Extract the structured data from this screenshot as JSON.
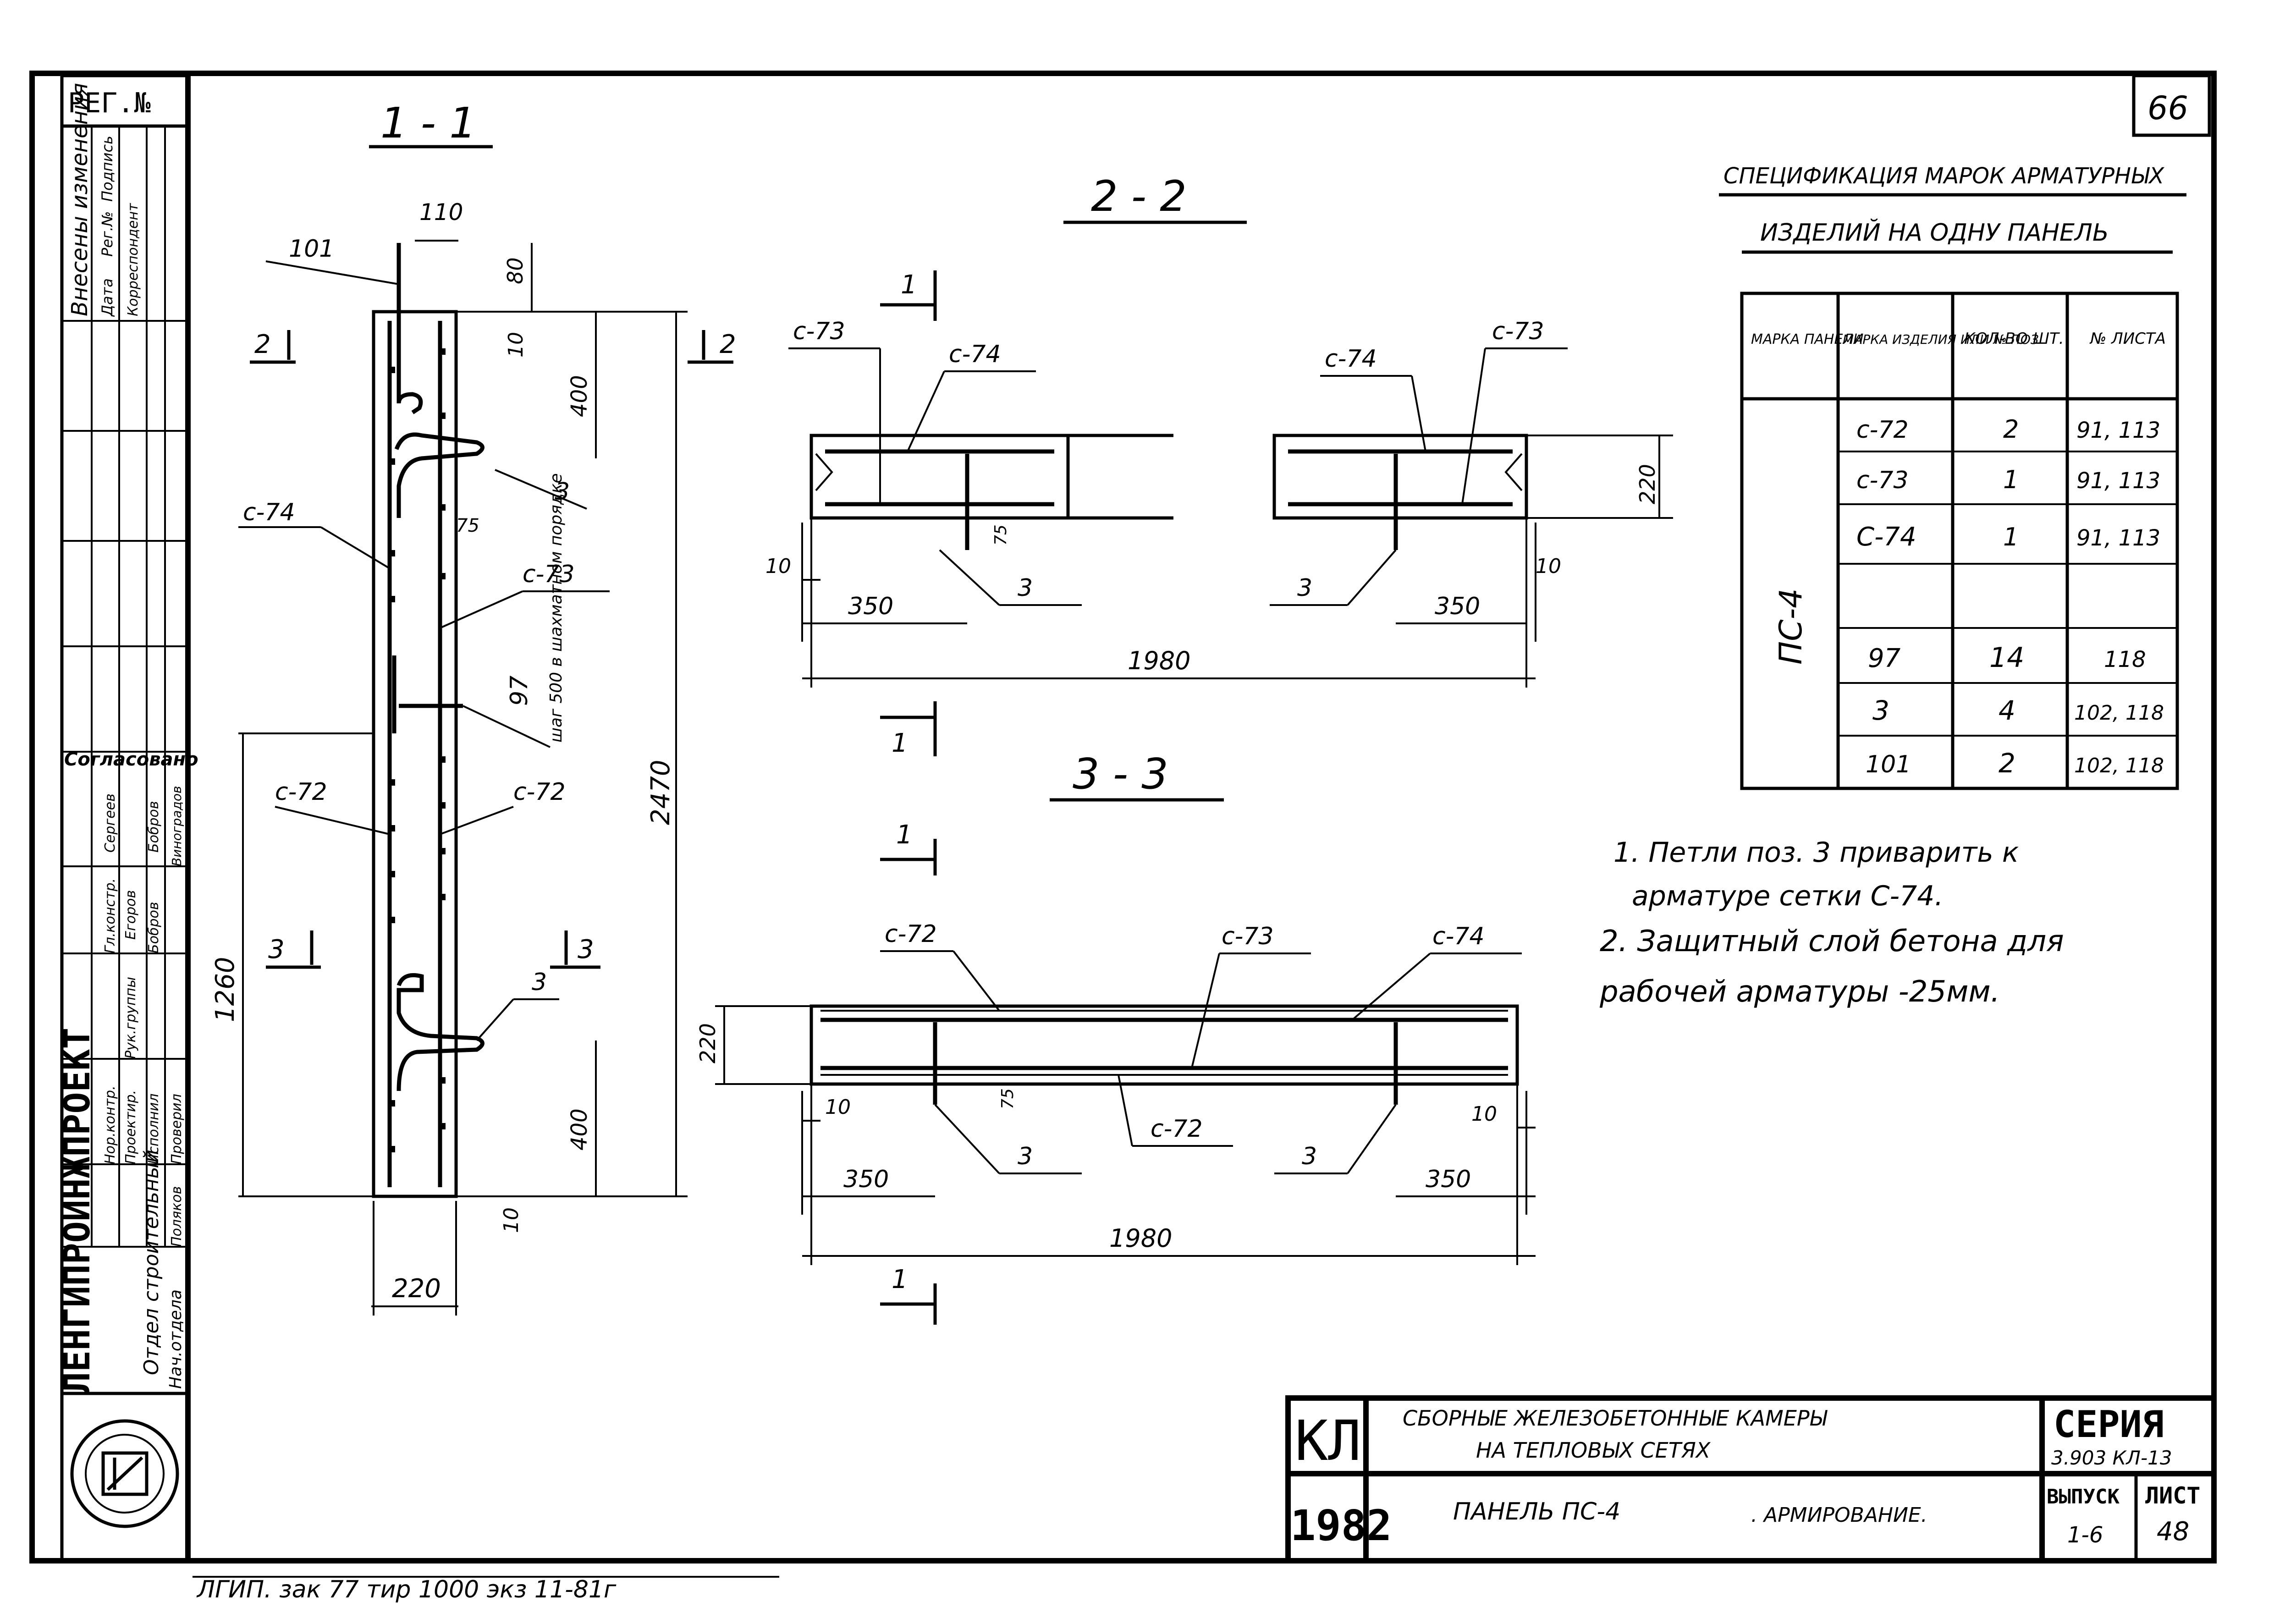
{
  "sheet": {
    "page_number": "66",
    "reg_no_label": "РЕГ.№",
    "archive_footer": "ЛГИП. зак 77 тир 1000 экз 11-81г"
  },
  "left_strip": {
    "changes_header": "Внесены изменения",
    "changes_cols": [
      "Дата",
      "Рег.№",
      "Подпись",
      "Корреспондент"
    ],
    "approved_label": "Согласовано",
    "org_name": "ЛЕНГИПРОИНЖПРОЕКТ",
    "roles": [
      {
        "role": "Гл.констр.",
        "name": "Сергеев"
      },
      {
        "role": "Рук.группы",
        "name": "Егоров"
      },
      {
        "role": "Нор.контр.",
        "name": "Бобров"
      },
      {
        "role": "Проектир.",
        "name": "Бобров"
      },
      {
        "role": "Исполнил",
        "name": "Виноградов"
      },
      {
        "role": "Проверил",
        "name": "Поляков"
      }
    ],
    "dept": "Отдел строительный",
    "head": "Нач.отдела"
  },
  "section_1_1": {
    "title": "1 - 1",
    "dims": [
      "110",
      "80",
      "10",
      "400",
      "75",
      "2470",
      "1260",
      "400",
      "10",
      "220"
    ],
    "labels": [
      "101",
      "с-74",
      "с-73",
      "с-72",
      "с-72",
      "3",
      "3",
      "97"
    ],
    "note": "шаг 500 в шахматном порядке",
    "cuts": [
      "2",
      "2",
      "3",
      "3"
    ]
  },
  "section_2_2": {
    "title": "2 - 2",
    "labels": [
      "с-73",
      "с-74",
      "с-74",
      "с-73",
      "3",
      "3"
    ],
    "dims": [
      "220",
      "10",
      "75",
      "350",
      "350",
      "10",
      "1980"
    ],
    "cuts": [
      "1",
      "1"
    ]
  },
  "section_3_3": {
    "title": "3 - 3",
    "labels": [
      "с-72",
      "с-73",
      "с-74",
      "с-72",
      "3",
      "3"
    ],
    "dims": [
      "220",
      "10",
      "75",
      "10",
      "350",
      "350",
      "1980"
    ],
    "cuts": [
      "1",
      "1"
    ]
  },
  "spec": {
    "title_line1": "СПЕЦИФИКАЦИЯ МАРОК АРМАТУРНЫХ",
    "title_line2": "ИЗДЕЛИЙ НА ОДНУ ПАНЕЛЬ",
    "headers": [
      "МАРКА ПАНЕЛИ",
      "МАРКА ИЗДЕЛИЯ ИЛИ № ПОЗ.",
      "КОЛ-ВО ШТ.",
      "№ ЛИСТА"
    ],
    "panel_mark": "ПС-4",
    "rows": [
      {
        "item": "с-72",
        "qty": "2",
        "sheet": "91, 113"
      },
      {
        "item": "с-73",
        "qty": "1",
        "sheet": "91, 113"
      },
      {
        "item": "С-74",
        "qty": "1",
        "sheet": "91, 113"
      },
      {
        "item": "",
        "qty": "",
        "sheet": ""
      },
      {
        "item": "97",
        "qty": "14",
        "sheet": "118"
      },
      {
        "item": "3",
        "qty": "4",
        "sheet": "102, 118"
      },
      {
        "item": "101",
        "qty": "2",
        "sheet": "102, 118"
      }
    ]
  },
  "notes": {
    "n1a": "1. Петли поз. 3 приварить к",
    "n1b": "арматуре сетки С-74.",
    "n2a": "2. Защитный слой бетона для",
    "n2b": "рабочей арматуры -25мм."
  },
  "title_block": {
    "code": "КЛ",
    "year": "1982",
    "project_line1": "СБОРНЫЕ ЖЕЛЕЗОБЕТОННЫЕ КАМЕРЫ",
    "project_line2": "НА ТЕПЛОВЫХ СЕТЯХ",
    "drawing_title": "ПАНЕЛЬ ПС-4",
    "drawing_subtitle": ". АРМИРОВАНИЕ.",
    "series_label": "СЕРИЯ",
    "series_value": "3.903 КЛ-13",
    "issue_label": "ВЫПУСК",
    "issue_value": "1-6",
    "sheet_label": "ЛИСТ",
    "sheet_value": "48"
  }
}
